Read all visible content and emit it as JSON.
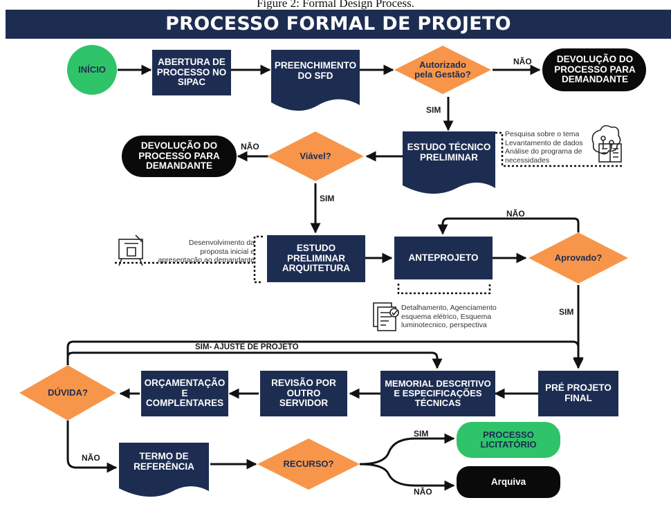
{
  "caption": "Figure 2: Formal Design Process.",
  "title": "PROCESSO FORMAL DE PROJETO",
  "nodes": {
    "inicio": "INÍCIO",
    "abertura": "ABERTURA DE PROCESSO NO SIPAC",
    "preenchimento": "PREENCHIMENTO DO SFD",
    "autorizado": "Autorizado pela Gestão?",
    "devolucao1": "DEVOLUÇÃO DO PROCESSO PARA DEMANDANTE",
    "estudo_tecnico": "ESTUDO TÉCNICO PRELIMINAR",
    "viavel": "Viável?",
    "devolucao2": "DEVOLUÇÃO DO PROCESSO PARA DEMANDANTE",
    "estudo_preliminar": "ESTUDO PRELIMINAR ARQUITETURA",
    "anteprojeto": "ANTEPROJETO",
    "aprovado": "Aprovado?",
    "pre_projeto": "PRÉ PROJETO FINAL",
    "memorial": "MEMORIAL DESCRITIVO E ESPECIFICAÇÕES TÉCNICAS",
    "revisao": "REVISÃO POR OUTRO SERVIDOR",
    "orcamentacao": "ORÇAMENTAÇÃO E COMPLENTARES",
    "duvida": "DÚVIDA?",
    "termo": "TERMO DE REFERÊNCIA",
    "recurso": "RECURSO?",
    "licitatorio": "PROCESSO LICITATÓRIO",
    "arquiva": "Arquiva"
  },
  "notes": {
    "estudo_tecnico": [
      "Pesquisa sobre o tema",
      "Levantamento de dados",
      "Análise do programa de",
      "necessidades"
    ],
    "estudo_preliminar": [
      "Desenvolvimento da",
      "proposta inicial e",
      "apresentação ao demandante"
    ],
    "anteprojeto": [
      "Detalhamento, Agenciamento",
      "esquema elétrico, Esquema",
      "luminotecnico, perspectiva"
    ]
  },
  "edge_labels": {
    "nao_autorizado": "NÃO",
    "sim_autorizado": "SIM",
    "nao_viavel": "NÃO",
    "sim_viavel": "SIM",
    "nao_aprovado": "NÃO",
    "sim_aprovado": "SIM",
    "sim_ajuste": "SIM- AJUSTE DE PROJETO",
    "nao_duvida": "NÃO",
    "sim_recurso": "SIM",
    "nao_recurso": "NÃO"
  },
  "icons": [
    "brain-book-icon",
    "drafting-board-icon",
    "document-check-icon"
  ],
  "colors": {
    "navy": "#1d2d52",
    "orange": "#f7964a",
    "green": "#2fc36a",
    "black": "#0a0a0a",
    "white": "#ffffff"
  }
}
